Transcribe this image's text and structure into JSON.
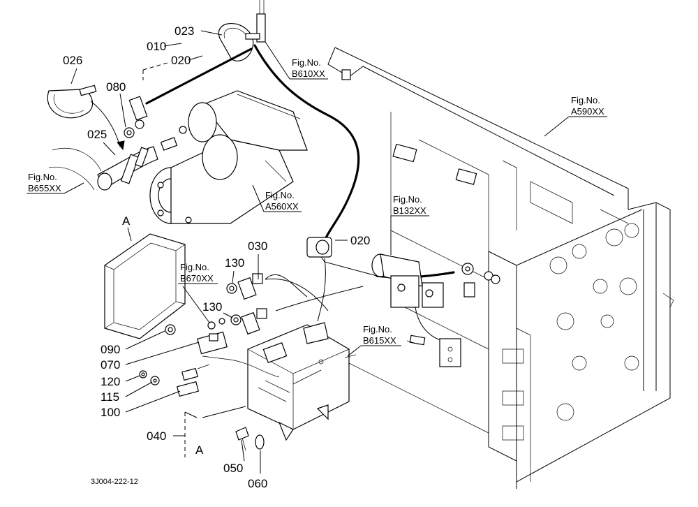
{
  "drawing_code": "3J004-222-12",
  "part_numbers": {
    "p023": "023",
    "p010": "010",
    "p020_top": "020",
    "p026": "026",
    "p080": "080",
    "p025": "025",
    "p020_mid": "020",
    "p030": "030",
    "p130_a": "130",
    "p130_b": "130",
    "p090": "090",
    "p070": "070",
    "p120": "120",
    "p115": "115",
    "p100": "100",
    "p040": "040",
    "p050": "050",
    "p060": "060"
  },
  "callouts": {
    "a_top": "A",
    "a_bottom": "A"
  },
  "fig_refs": {
    "b610": {
      "label": "Fig.No.",
      "code": "B610XX"
    },
    "a590": {
      "label": "Fig.No.",
      "code": "A590XX"
    },
    "b655": {
      "label": "Fig.No.",
      "code": "B655XX"
    },
    "a560": {
      "label": "Fig.No.",
      "code": "A560XX"
    },
    "b132": {
      "label": "Fig.No.",
      "code": "B132XX"
    },
    "b670": {
      "label": "Fig.No.",
      "code": "B670XX"
    },
    "b615": {
      "label": "Fig.No.",
      "code": "B615XX"
    }
  }
}
